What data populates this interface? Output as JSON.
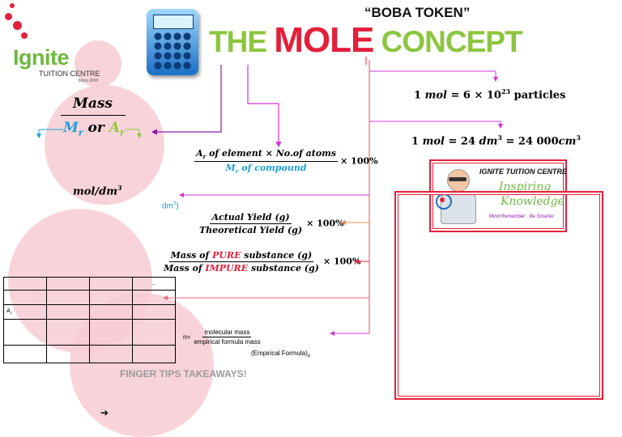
{
  "header": {
    "boba_token": "“BOBA TOKEN”",
    "title_the": "THE ",
    "title_mole": "MOLE",
    "title_concept": " CONCEPT"
  },
  "logo": {
    "brand": "Ignite",
    "subtitle": "TUITION CENTRE",
    "since": "Since 2009"
  },
  "left": {
    "mass_label": "Mass",
    "mr": "M",
    "mr_sub": "r",
    "or_text": " or ",
    "ar": "A",
    "ar_sub": "r",
    "mol_dm3": "mol/dm",
    "mol_dm3_sup": "3"
  },
  "formulas": {
    "percent_composition_num": "A",
    "percent_composition_num_rest": " of element × No.of atoms",
    "percent_composition_den": "M",
    "percent_composition_den_rest": " of compound",
    "times_100": "× 100%",
    "dm3_fragment": "dm",
    "dm3_fragment_rest": ")",
    "yield_num": "Actual Yield (g)",
    "yield_den": "Theoretical Yield (g)",
    "purity_num_a": "Mass of ",
    "purity_num_b": "PURE",
    "purity_num_c": " substance (g)",
    "purity_den_a": "Mass of ",
    "purity_den_b": "IMPURE",
    "purity_den_c": " substance (g)"
  },
  "right": {
    "particles_a": "1 ",
    "particles_b": "mol",
    "particles_c": " = 6 × 10",
    "particles_sup": "23",
    "particles_d": " particles",
    "volume_a": "1 ",
    "volume_b": "mol",
    "volume_c": " = 24 ",
    "volume_d": "dm",
    "volume_sup": "3",
    "volume_e": " = 24 000",
    "volume_f": "cm",
    "volume_sup2": "3"
  },
  "badge": {
    "title": "IGNITE TUITION CENTRE",
    "line1": "Inspiring",
    "line2": "Knowledge",
    "tagline": "Mind Remember · Be Smarter"
  },
  "table": {
    "ellipsis": "...",
    "ar_label": "A",
    "ar_sub": "r"
  },
  "empirical": {
    "n_eq": "n=",
    "num": "molecular mass",
    "den": "empirical formula mass",
    "formula": "(Empirical Formula)",
    "formula_sub": "n"
  },
  "footer": {
    "takeaways": "FINGER TIPS TAKEAWAYS!",
    "arrow": "➔"
  },
  "colors": {
    "green": "#8cc63f",
    "red": "#e3203a",
    "purple": "#8a1aa8",
    "magenta": "#d633d6",
    "pink_line": "#f06a7a",
    "orange": "#f08a50",
    "blue": "#1aa0d8",
    "logo_green": "#6fb83f"
  }
}
